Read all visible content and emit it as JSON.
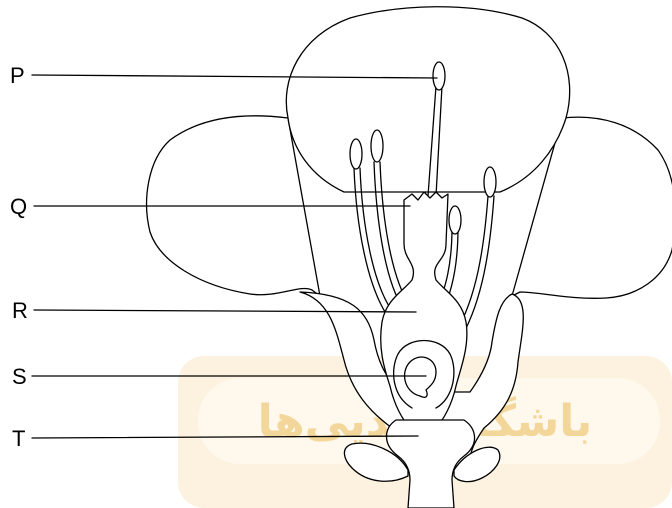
{
  "diagram": {
    "labels": [
      "P",
      "Q",
      "R",
      "S",
      "T"
    ],
    "watermark": "باشگاه طدیی‌ها",
    "colors": {
      "line": "#000000",
      "watermark_bg": "#fdf2df",
      "watermark_text": "#f3d79a"
    }
  }
}
